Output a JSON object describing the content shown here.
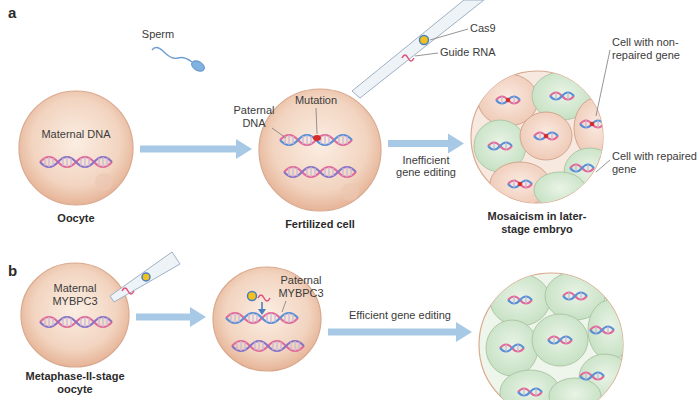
{
  "diagram": {
    "nodes": [
      {
        "text": [
          "Maternal DNA",
          "Oocyte"
        ]
      },
      {
        "text": [
          "Fertilized cell"
        ]
      },
      {
        "text": [
          "Mosaicism in later-stage embryo"
        ]
      },
      {
        "text": [
          "Maternal MYBPC3",
          "Metaphase-II-stage oocyte"
        ]
      },
      {
        "text": [
          "Paternal MYBPC3"
        ]
      },
      {
        "text": []
      }
    ],
    "edges": [
      {
        "from": 0,
        "to": 1,
        "arrow": "to"
      },
      {
        "from": 1,
        "to": 2,
        "label": "Inefficient gene editing",
        "arrow": "to"
      },
      {
        "from": 3,
        "to": 4,
        "arrow": "to"
      },
      {
        "from": 4,
        "to": 5,
        "label": "Efficient gene editing",
        "arrow": "to"
      }
    ],
    "labels": [
      "a",
      "Sperm",
      "Mutation",
      "Paternal DNA",
      "Cas9",
      "Guide RNA",
      "Cell with non-repaired gene",
      "Cell with repaired gene",
      "b"
    ]
  }
}
